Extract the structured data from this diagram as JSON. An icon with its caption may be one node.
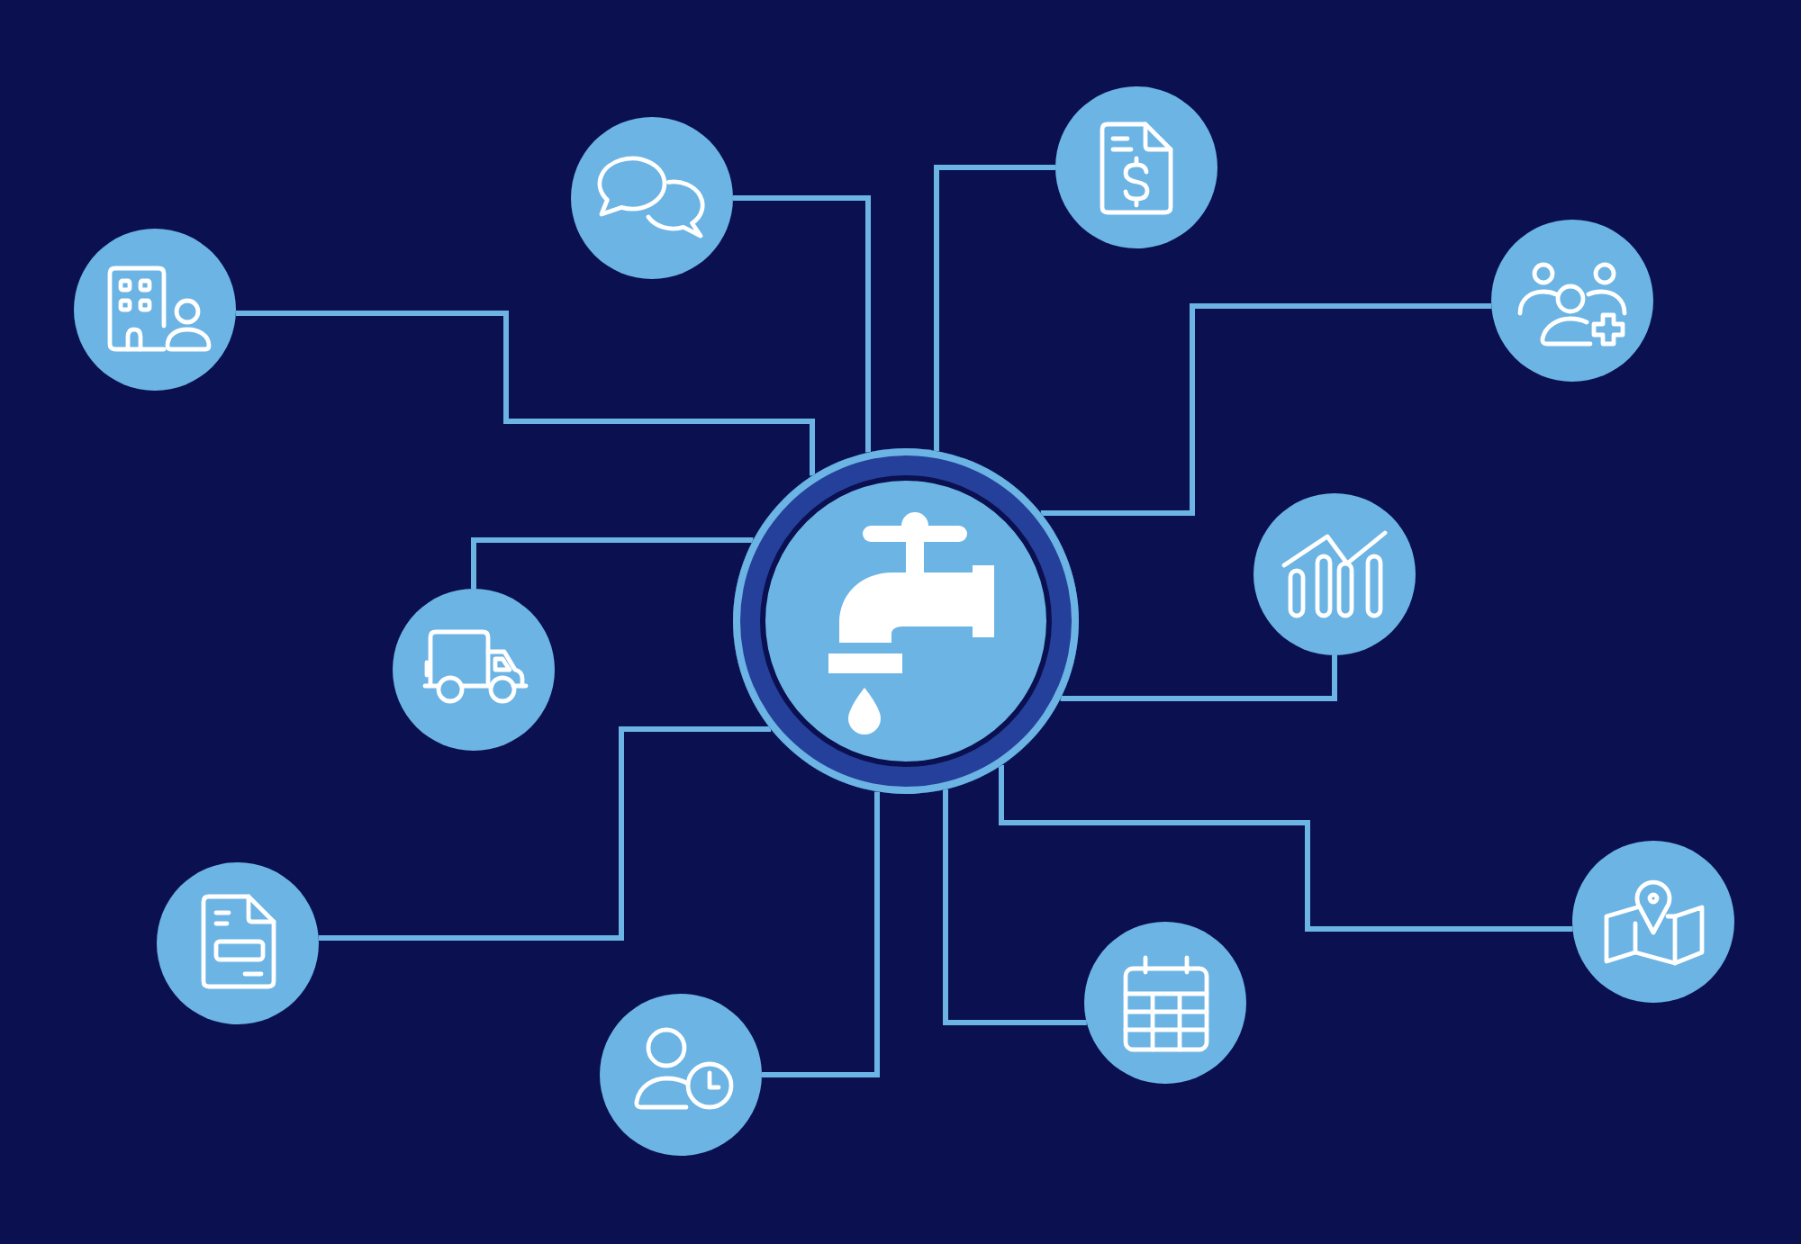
{
  "diagram": {
    "nodes": [
      {
        "text": [],
        "shape": "circle"
      },
      {
        "text": [],
        "shape": "circle"
      },
      {
        "text": [],
        "shape": "circle"
      },
      {
        "text": [],
        "shape": "circle"
      },
      {
        "text": [],
        "shape": "circle"
      },
      {
        "text": [],
        "shape": "circle"
      },
      {
        "text": [],
        "shape": "circle"
      },
      {
        "text": [],
        "shape": "circle"
      },
      {
        "text": [],
        "shape": "circle"
      },
      {
        "text": [],
        "shape": "circle"
      },
      {
        "text": [],
        "shape": "circle"
      }
    ],
    "edges": [
      {
        "from": 0,
        "to": 1,
        "arrow": "none"
      },
      {
        "from": 0,
        "to": 2,
        "arrow": "none"
      },
      {
        "from": 0,
        "to": 3,
        "arrow": "none"
      },
      {
        "from": 0,
        "to": 4,
        "arrow": "none"
      },
      {
        "from": 0,
        "to": 5,
        "arrow": "none"
      },
      {
        "from": 0,
        "to": 6,
        "arrow": "none"
      },
      {
        "from": 0,
        "to": 7,
        "arrow": "none"
      },
      {
        "from": 0,
        "to": 8,
        "arrow": "none"
      },
      {
        "from": 0,
        "to": 9,
        "arrow": "none"
      },
      {
        "from": 0,
        "to": 10,
        "arrow": "none"
      }
    ]
  }
}
